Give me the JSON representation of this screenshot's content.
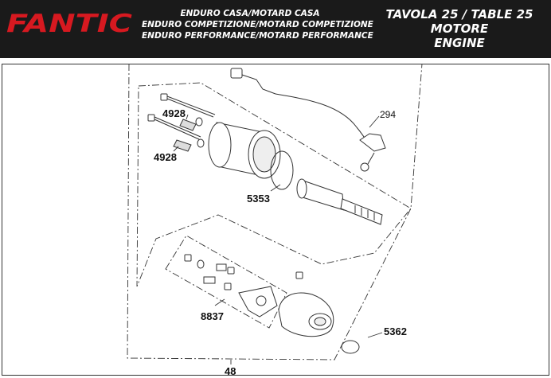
{
  "header": {
    "logo_text": "FANTIC",
    "models": [
      "ENDURO CASA/MOTARD CASA",
      "ENDURO COMPETIZIONE/MOTARD COMPETIZIONE",
      "ENDURO PERFORMANCE/MOTARD PERFORMANCE"
    ],
    "table_line": "TAVOLA 25  /  TABLE 25",
    "section_it": "MOTORE",
    "section_en": "ENGINE"
  },
  "callouts": {
    "c294": "294",
    "c4928a": "4928",
    "c4928b": "4928",
    "c5353": "5353",
    "c8837": "8837",
    "c5362": "5362",
    "c48": "48"
  },
  "colors": {
    "header_bg": "#1a1a1a",
    "brand_red": "#d71920",
    "line": "#333333"
  }
}
